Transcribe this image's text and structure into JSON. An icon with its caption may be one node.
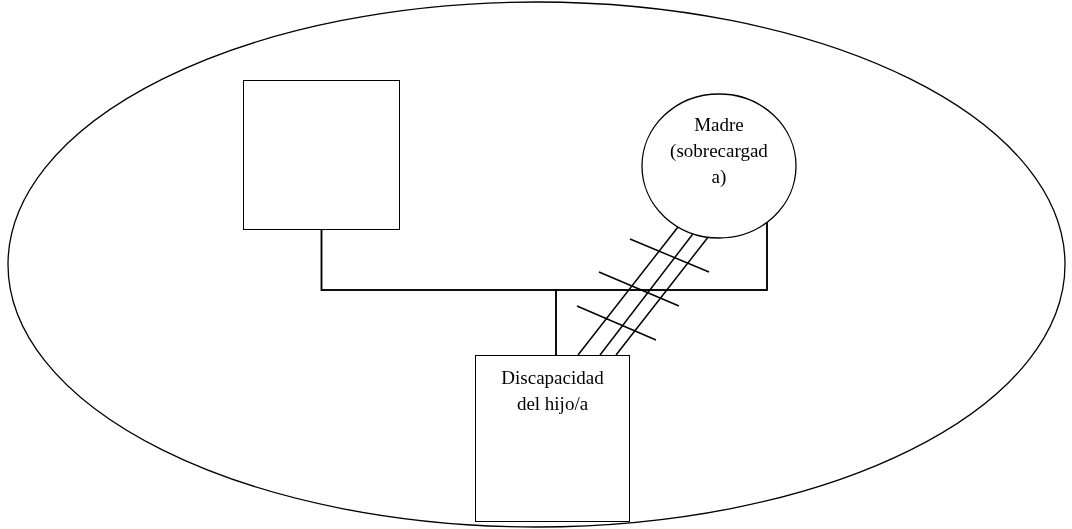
{
  "diagram": {
    "nodes": [
      {
        "text": [],
        "shape": "ellipse"
      },
      {
        "text": [],
        "shape": "box",
        "in": 0
      },
      {
        "text": [
          "Madre (sobrecargada)"
        ],
        "in": 0
      },
      {
        "text": [
          "Discapacidad del hijo/a"
        ],
        "in": 0
      }
    ],
    "edges": [
      {
        "from": 1,
        "to": 2,
        "arrow": "none"
      },
      {
        "from": 1,
        "to": 3,
        "arrow": "none"
      },
      {
        "from": 2,
        "to": 3,
        "arrow": "none"
      },
      {
        "from": 2,
        "to": 3,
        "arrow": "none"
      },
      {
        "from": 2,
        "to": 3,
        "arrow": "none"
      },
      {
        "from": 2,
        "to": 3,
        "arrow": "none"
      }
    ]
  }
}
